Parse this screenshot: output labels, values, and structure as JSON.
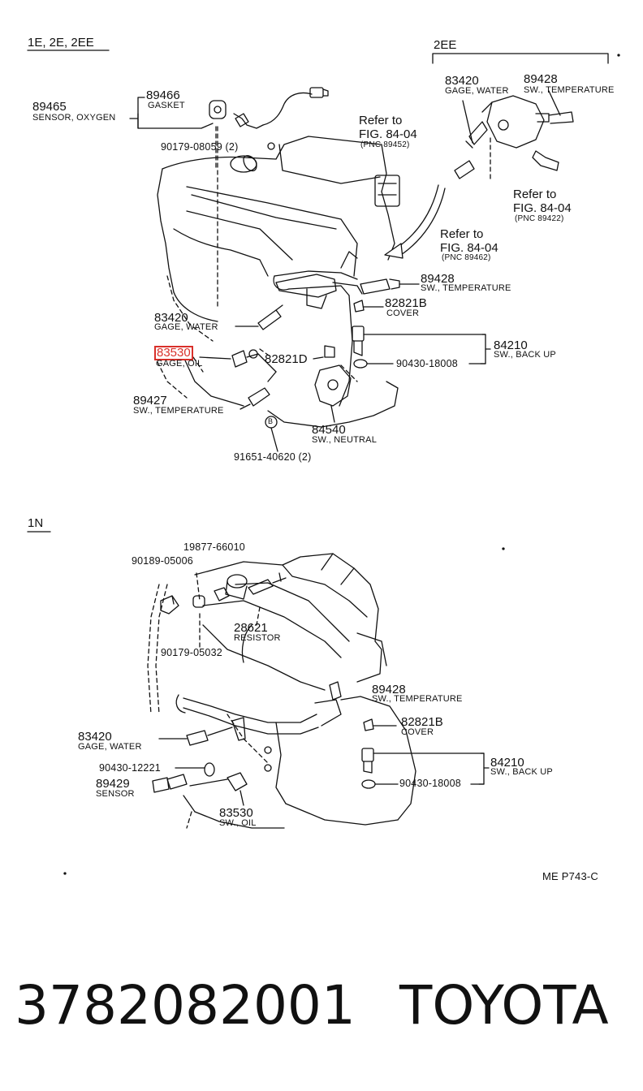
{
  "sections": {
    "top": {
      "heading": "1E, 2E, 2EE"
    },
    "sub_2ee": {
      "heading": "2EE"
    },
    "bottom": {
      "heading": "1N"
    }
  },
  "top_labels": {
    "p89465": {
      "num": "89465",
      "name": "SENSOR, OXYGEN"
    },
    "p89466": {
      "num": "89466",
      "name": "GASKET"
    },
    "p9017908059": {
      "num": "90179-08059 (2)"
    },
    "refer_8404_a": {
      "line1": "Refer to",
      "line2": "FIG. 84-04",
      "pnc": "(PNC 89452)"
    },
    "p83420_2ee": {
      "num": "83420",
      "name": "GAGE, WATER"
    },
    "p89428_2ee": {
      "num": "89428",
      "name": "SW., TEMPERATURE"
    },
    "refer_8404_b": {
      "line1": "Refer to",
      "line2": "FIG. 84-04",
      "pnc": "(PNC 89422)"
    },
    "refer_8404_c": {
      "line1": "Refer to",
      "line2": "FIG. 84-04",
      "pnc": "(PNC 89462)"
    },
    "p89428": {
      "num": "89428",
      "name": "SW., TEMPERATURE"
    },
    "p82821b": {
      "num": "82821B",
      "name": "COVER"
    },
    "p84210": {
      "num": "84210",
      "name": "SW., BACK UP"
    },
    "p9043018008": {
      "num": "90430-18008"
    },
    "p83420": {
      "num": "83420",
      "name": "GAGE, WATER"
    },
    "p83530": {
      "num": "83530",
      "name": "GAGE, OIL"
    },
    "p82821d": {
      "num": "82821D"
    },
    "p89427": {
      "num": "89427",
      "name": "SW., TEMPERATURE"
    },
    "p84540": {
      "num": "84540",
      "name": "SW., NEUTRAL"
    },
    "p9165140620": {
      "num": "91651-40620 (2)"
    },
    "b_marker": "B"
  },
  "bottom_labels": {
    "p1987766010": {
      "num": "19877-66010"
    },
    "p9018905006": {
      "num": "90189-05006"
    },
    "p28621": {
      "num": "28621",
      "name": "RESISTOR"
    },
    "p9017905032": {
      "num": "90179-05032"
    },
    "p89428": {
      "num": "89428",
      "name": "SW., TEMPERATURE"
    },
    "p82821b": {
      "num": "82821B",
      "name": "COVER"
    },
    "p83420": {
      "num": "83420",
      "name": "GAGE, WATER"
    },
    "p84210": {
      "num": "84210",
      "name": "SW., BACK UP"
    },
    "p9043012221": {
      "num": "90430-12221"
    },
    "p9043018008": {
      "num": "90430-18008"
    },
    "p89429": {
      "num": "89429",
      "name": "SENSOR"
    },
    "p83530": {
      "num": "83530",
      "name": "SW., OIL"
    }
  },
  "figure_code": "ME P743-C",
  "footer": {
    "part_number": "3782082001",
    "brand": "TOYOTA"
  },
  "colors": {
    "highlight": "#d9302a",
    "ink": "#111111"
  }
}
